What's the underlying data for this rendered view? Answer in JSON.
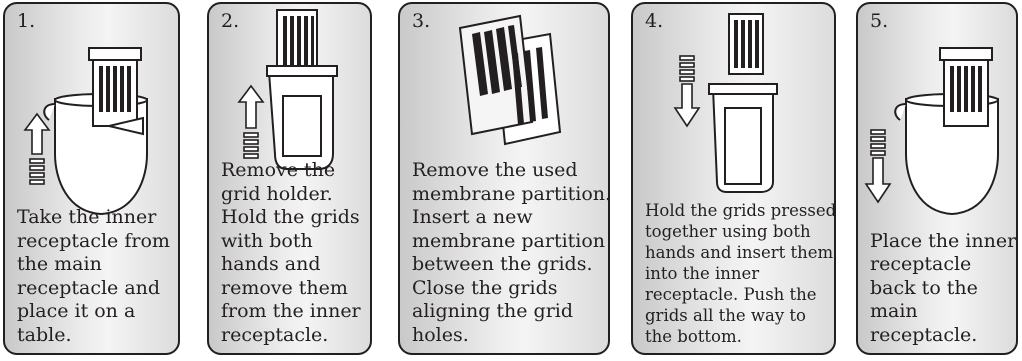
{
  "steps": [
    {
      "number": "1.",
      "text": "Take the inner receptacle from the main receptacle and place it on a table."
    },
    {
      "number": "2.",
      "text": "Remove the grid holder. Hold the grids with both hands and remove them from the inner receptacle."
    },
    {
      "number": "3.",
      "text": "Remove the used membrane partition. Insert a new membrane partition between the grids. Close the grids aligning the grid holes."
    },
    {
      "number": "4.",
      "text": "Hold the grids pressed together using both hands and insert them into the inner receptacle. Push the grids all the way to the bottom."
    },
    {
      "number": "5.",
      "text": "Place the inner receptacle back to the main receptacle."
    }
  ],
  "icons": [
    "arrow-up-icon",
    "arrow-down-icon",
    "receptacle-icon",
    "grid-icon",
    "membrane-icon"
  ]
}
